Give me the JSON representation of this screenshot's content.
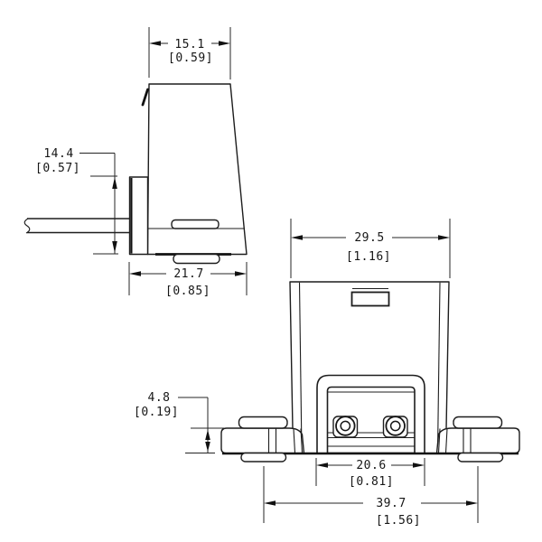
{
  "drawing": {
    "side_view": {
      "dim_top_width": {
        "mm": "15.1",
        "inch": "[0.59]"
      },
      "dim_height": {
        "mm": "14.4",
        "inch": "[0.57]"
      },
      "dim_base_width": {
        "mm": "21.7",
        "inch": "[0.85]"
      }
    },
    "front_view": {
      "dim_top_width": {
        "mm": "29.5",
        "inch": "[1.16]"
      },
      "dim_base_height": {
        "mm": "4.8",
        "inch": "[0.19]"
      },
      "dim_recess_width": {
        "mm": "20.6",
        "inch": "[0.81]"
      },
      "dim_mount_span": {
        "mm": "39.7",
        "inch": "[1.56]"
      }
    }
  }
}
